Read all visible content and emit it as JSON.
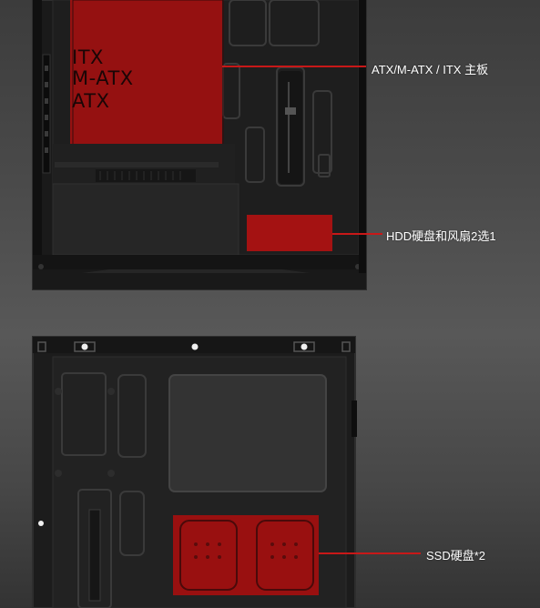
{
  "callouts": {
    "motherboard": "ATX/M-ATX / ITX 主板",
    "hdd_fan": "HDD硬盘和风扇2选1",
    "ssd": "SSD硬盘*2"
  },
  "motherboard_sizes": [
    "ITX",
    "M-ATX",
    "ATX"
  ],
  "colors": {
    "highlight": "#a01010",
    "leader": "#c81818",
    "case_body": "#1b1b1b",
    "case_panel": "#2a2a2a"
  }
}
